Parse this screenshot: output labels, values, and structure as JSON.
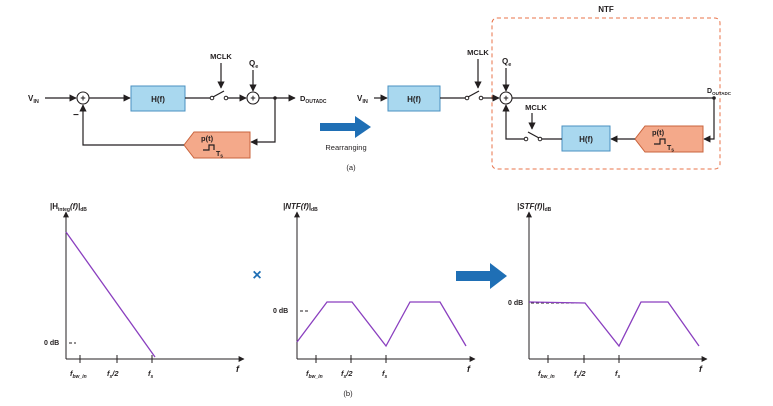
{
  "diagram_a": {
    "left": {
      "vin": "V",
      "vin_sub": "IN",
      "plus": "+",
      "minus": "−",
      "hf": "H(f)",
      "mclk": "MCLK",
      "qe": "Q",
      "qe_sub": "e",
      "dout": "D",
      "dout_sub": "OUTADC",
      "pt": "p(t)",
      "ts": "T",
      "ts_sub": "s"
    },
    "arrow_label": "Rearranging",
    "caption": "(a)",
    "right": {
      "ntf_title": "NTF",
      "vin": "V",
      "vin_sub": "IN",
      "hf": "H(f)",
      "mclk_top": "MCLK",
      "qe": "Q",
      "qe_sub": "e",
      "dout": "D",
      "dout_sub": "OUTADC",
      "mclk_inner": "MCLK",
      "hf_inner": "H(f)",
      "pt": "p(t)",
      "ts": "T",
      "ts_sub": "s"
    }
  },
  "diagram_b": {
    "caption": "(b)",
    "operator_symbol": "×",
    "plot1": {
      "ylabel": "|H",
      "ylabel_sub": "integ",
      "ylabel_tail": "(f)|",
      "ylabel_unit": "dB",
      "zero_db": "0 dB",
      "x_var": "f",
      "ticks": [
        {
          "main": "f",
          "sub": "bw_in",
          "tail": ""
        },
        {
          "main": "f",
          "sub": "s",
          "tail": "/2"
        },
        {
          "main": "f",
          "sub": "s",
          "tail": ""
        }
      ]
    },
    "plot2": {
      "ylabel": "|NTF(f)|",
      "ylabel_unit": "dB",
      "zero_db": "0 dB",
      "x_var": "f",
      "ticks": [
        {
          "main": "f",
          "sub": "bw_in",
          "tail": ""
        },
        {
          "main": "f",
          "sub": "s",
          "tail": "/2"
        },
        {
          "main": "f",
          "sub": "s",
          "tail": ""
        }
      ]
    },
    "plot3": {
      "ylabel": "|STF(f)|",
      "ylabel_unit": "dB",
      "zero_db": "0 dB",
      "x_var": "f",
      "ticks": [
        {
          "main": "f",
          "sub": "bw_in",
          "tail": ""
        },
        {
          "main": "f",
          "sub": "s",
          "tail": "/2"
        },
        {
          "main": "f",
          "sub": "s",
          "tail": ""
        }
      ]
    }
  },
  "colors": {
    "block_fill": "#a9d8ef",
    "pblock_fill": "#f4a98a",
    "arrow_blue": "#1f6fb5",
    "curve_purple": "#8a3fbf",
    "ntf_border": "#e8734a"
  }
}
